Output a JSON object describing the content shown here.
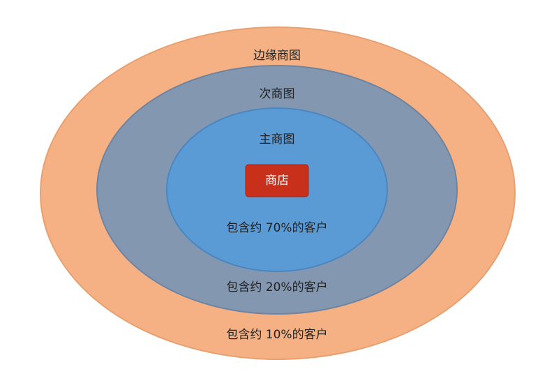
{
  "rings": [
    {
      "id": "outer",
      "name": "边缘商图",
      "share": "包含约 10%的客户",
      "color": "#f5b183",
      "stroke": "#e8a070"
    },
    {
      "id": "middle",
      "name": "次商图",
      "share": "包含约 20%的客户",
      "color": "#8497b0",
      "stroke": "#6f84a0"
    },
    {
      "id": "inner",
      "name": "主商图",
      "share": "包含约 70%的客户",
      "color": "#5b9bd5",
      "stroke": "#4a86c0"
    }
  ],
  "center": {
    "label": "商店",
    "color": "#c9301c"
  }
}
